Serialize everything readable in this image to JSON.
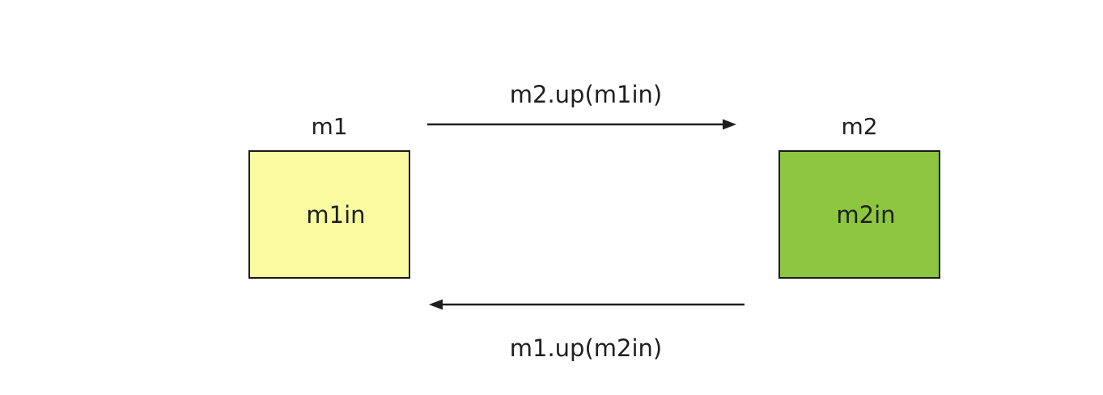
{
  "diagram": {
    "background_color": "#ffffff",
    "line_color": "#1f1f1f",
    "nodes": [
      {
        "title": "m1",
        "label": "m1in",
        "fill": "#fafaa0",
        "border": "#1a1a1a"
      },
      {
        "title": "m2",
        "label": "m2in",
        "fill": "#8dc63f",
        "border": "#1a1a1a"
      }
    ],
    "edges": [
      {
        "label": "m2.up(m1in)",
        "from": "m1",
        "to": "m2",
        "direction": "left-to-right"
      },
      {
        "label": "m1.up(m2in)",
        "from": "m2",
        "to": "m1",
        "direction": "right-to-left"
      }
    ]
  }
}
